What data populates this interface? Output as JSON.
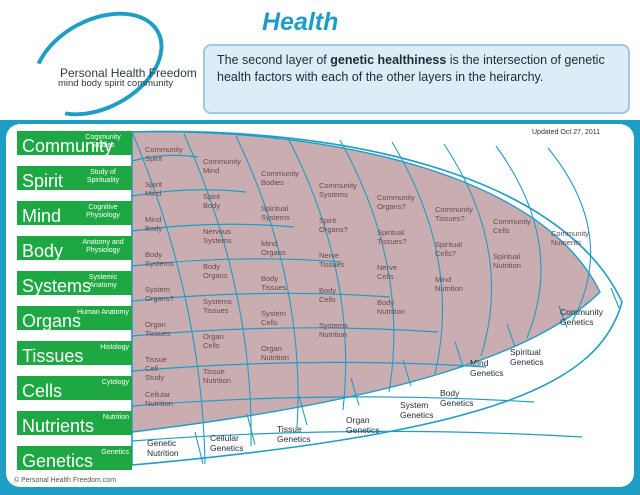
{
  "header": {
    "logo_title": "Personal Health Freedom",
    "logo_subtitle": "mind body spirit community",
    "heading": "Health",
    "callout_before": "The second layer of ",
    "callout_bold": "genetic healthiness",
    "callout_after": " is the intersection of genetic health factors with each of the other layers in the heirarchy."
  },
  "updated": "Updated Oct 27, 2011",
  "copyright": "© Personal Health Freedom.com",
  "colors": {
    "background": "#1f9ec5",
    "layer_label": "#1ea843",
    "fill": "#c9adb0",
    "line": "#1f9ec5"
  },
  "layers": [
    {
      "name": "Community",
      "detail": "Community Studies"
    },
    {
      "name": "Spirit",
      "detail": "Study of Spirituality"
    },
    {
      "name": "Mind",
      "detail": "Cognitive Physiology"
    },
    {
      "name": "Body",
      "detail": "Anatomy and Physiology"
    },
    {
      "name": "Systems",
      "detail": "Systemic Anatomy"
    },
    {
      "name": "Organs",
      "detail": "Human Anatomy"
    },
    {
      "name": "Tissues",
      "detail": "Histology"
    },
    {
      "name": "Cells",
      "detail": "Cytology"
    },
    {
      "name": "Nutrients",
      "detail": "Nutrition"
    },
    {
      "name": "Genetics",
      "detail": "Genetics"
    }
  ],
  "cells": [
    "Community Spirit",
    "Community Mind",
    "Community Bodies",
    "Community Systems",
    "Community Organs?",
    "Community Tissues?",
    "Community Cells",
    "Community Nutrients",
    "Spirit Mind",
    "Spirit Body",
    "Spiritual Systems",
    "Spirit Organs?",
    "Spiritual Tissues?",
    "Spiritual Cells?",
    "Spiritual Nutrition",
    "Mind Body",
    "Nervous Systems",
    "Mind Organs",
    "Nerve Tissues",
    "Nerve Cells",
    "Mind Nutrition",
    "Body Systems",
    "Body Organs",
    "Body Tissues",
    "Body Cells",
    "Body Nutrition",
    "System Organs?",
    "Systems Tissues",
    "System Cells",
    "Systems Nutrition",
    "Organ Tissues",
    "Organ Cells",
    "Organ Nutrition",
    "Tissue Cell Study",
    "Tissue Nutrition",
    "Cellular Nutrition"
  ],
  "genetics_cells": [
    "Genetic Nutrition",
    "Cellular Genetics",
    "Tissue Genetics",
    "Organ Genetics",
    "System Genetics",
    "Body Genetics",
    "Mind Genetics",
    "Spiritual Genetics",
    "Community Genetics"
  ]
}
